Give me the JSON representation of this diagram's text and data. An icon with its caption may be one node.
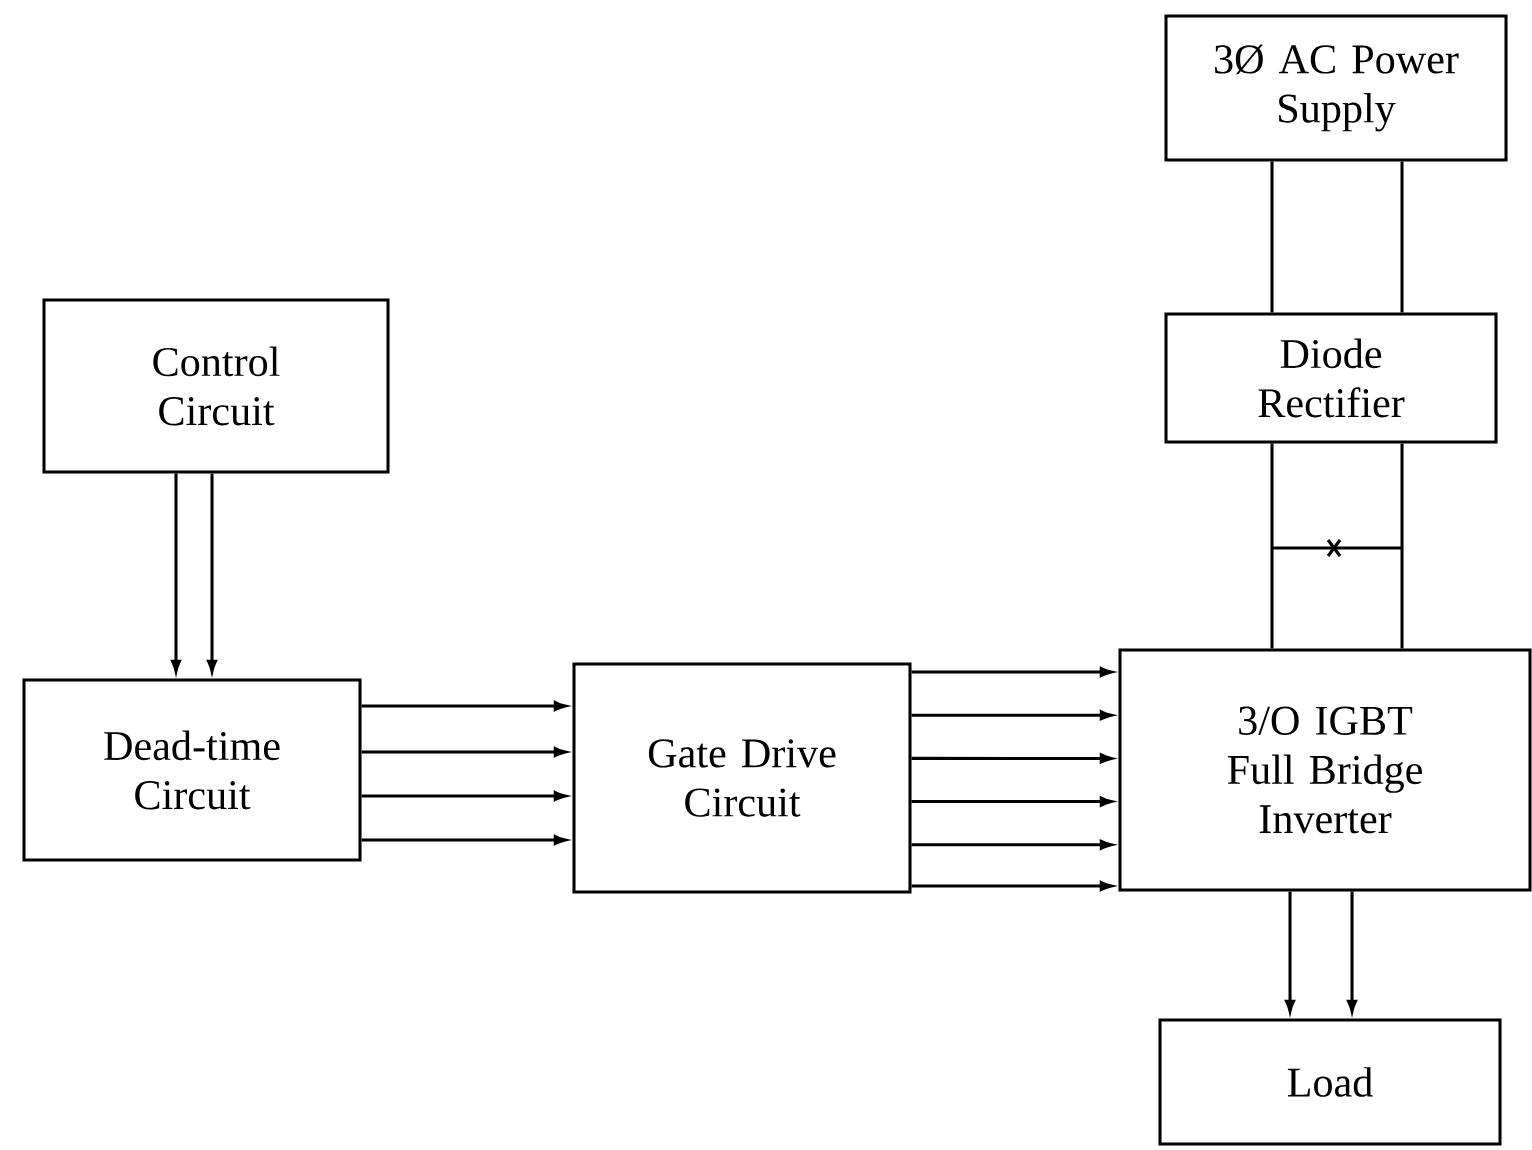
{
  "diagram": {
    "nodes": [
      {
        "text": [
          "Control Circuit"
        ]
      },
      {
        "text": [
          "Dead-time Circuit"
        ]
      },
      {
        "text": [
          "Gate Drive Circuit"
        ]
      },
      {
        "text": [
          "3Ø AC Power Supply"
        ]
      },
      {
        "text": [
          "Diode Rectifier"
        ]
      },
      {
        "text": [
          "3/O IGBT Full Bridge Inverter"
        ]
      },
      {
        "text": [
          "Load"
        ]
      }
    ],
    "edges": [
      {
        "from": 0,
        "to": 1,
        "arrow": "to"
      },
      {
        "from": 0,
        "to": 1,
        "arrow": "to"
      },
      {
        "from": 1,
        "to": 2,
        "arrow": "to"
      },
      {
        "from": 1,
        "to": 2,
        "arrow": "to"
      },
      {
        "from": 1,
        "to": 2,
        "arrow": "to"
      },
      {
        "from": 1,
        "to": 2,
        "arrow": "to"
      },
      {
        "from": 2,
        "to": 5,
        "arrow": "to"
      },
      {
        "from": 2,
        "to": 5,
        "arrow": "to"
      },
      {
        "from": 2,
        "to": 5,
        "arrow": "to"
      },
      {
        "from": 2,
        "to": 5,
        "arrow": "to"
      },
      {
        "from": 2,
        "to": 5,
        "arrow": "to"
      },
      {
        "from": 2,
        "to": 5,
        "arrow": "to"
      },
      {
        "from": 3,
        "to": 4,
        "arrow": "none"
      },
      {
        "from": 3,
        "to": 4,
        "arrow": "none"
      },
      {
        "from": 4,
        "to": 5,
        "arrow": "none"
      },
      {
        "from": 4,
        "to": 5,
        "arrow": "none"
      },
      {
        "from": 5,
        "to": 6,
        "arrow": "to"
      },
      {
        "from": 5,
        "to": 6,
        "arrow": "to"
      }
    ]
  }
}
